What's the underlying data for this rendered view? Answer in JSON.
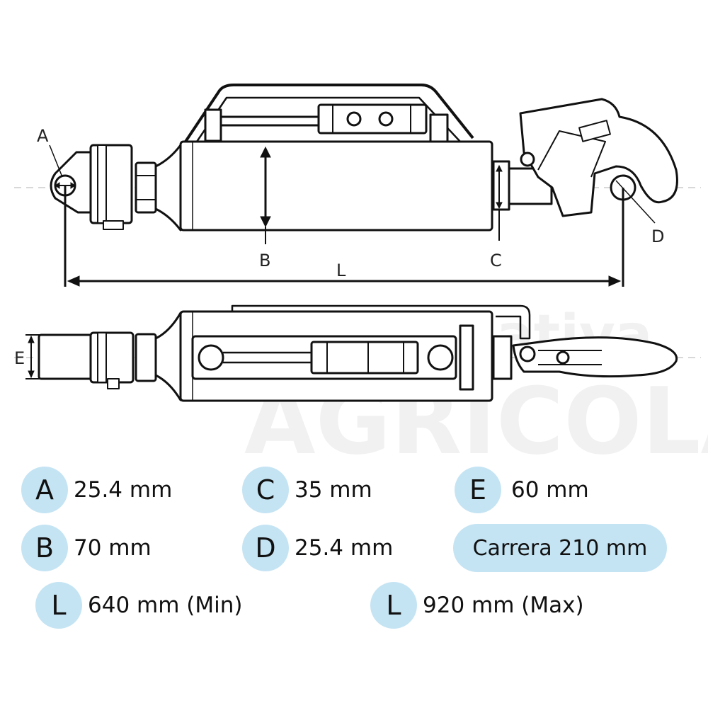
{
  "watermark": {
    "line1": "Alternativa",
    "line2": "AGRICOLA"
  },
  "diagram": {
    "labels": {
      "A": "A",
      "B": "B",
      "C": "C",
      "D": "D",
      "E": "E",
      "L": "L"
    }
  },
  "specs": [
    {
      "letter": "A",
      "value": "25.4 mm"
    },
    {
      "letter": "C",
      "value": "35 mm"
    },
    {
      "letter": "E",
      "value": "60 mm"
    },
    {
      "letter": "B",
      "value": "70 mm"
    },
    {
      "letter": "D",
      "value": "25.4 mm"
    },
    {
      "letter": "L",
      "value": "640 mm (Min)"
    },
    {
      "letter": "L",
      "value": "920 mm (Max)"
    }
  ],
  "stroke_label": "Carrera 210 mm",
  "colors": {
    "badge": "#c5e4f3",
    "line": "#111111",
    "dash": "#cccccc"
  }
}
